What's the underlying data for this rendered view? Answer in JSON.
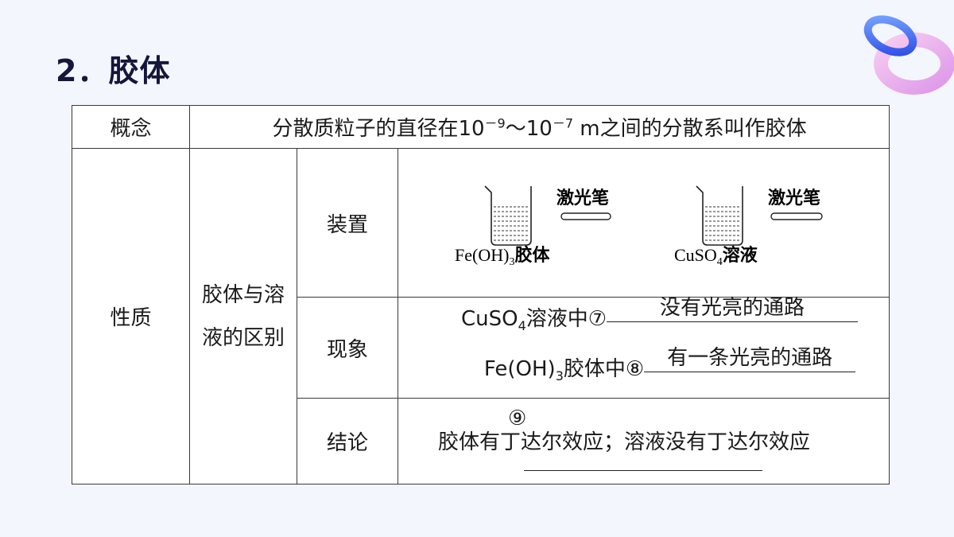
{
  "title": "2．胶体",
  "table": {
    "concept_label": "概念",
    "concept_text_pre": "分散质粒子的直径在10",
    "concept_exp1": "－9",
    "concept_mid": "～10",
    "concept_exp2": "－7",
    "concept_text_post": " m之间的分散系叫作胶体",
    "property_label": "性质",
    "subject_label": "胶体与溶液的区别",
    "device_label": "装置",
    "phenomenon_label": "现象",
    "conclusion_label": "结论",
    "device_labels": {
      "laser1": "激光笔",
      "laser2": "激光笔",
      "beaker1_pre": "Fe(OH)",
      "beaker1_sub": "3",
      "beaker1_post": "胶体",
      "beaker2_pre": "CuSO",
      "beaker2_sub": "4",
      "beaker2_post": "溶液"
    },
    "phenomenon_line1_pre": "CuSO",
    "phenomenon_line1_sub": "4",
    "phenomenon_line1_post": "溶液中⑦",
    "phenomenon_answer1": "没有光亮的通路",
    "phenomenon_line2_pre": "Fe(OH)",
    "phenomenon_line2_sub": "3",
    "phenomenon_line2_post": "胶体中⑧",
    "phenomenon_answer2": "有一条光亮的通路",
    "conclusion_marker": "⑨",
    "conclusion_answer": "胶体有丁达尔效应；溶液没有丁达尔效应"
  },
  "colors": {
    "title": "#15163a",
    "background": "#f4f6fd"
  }
}
